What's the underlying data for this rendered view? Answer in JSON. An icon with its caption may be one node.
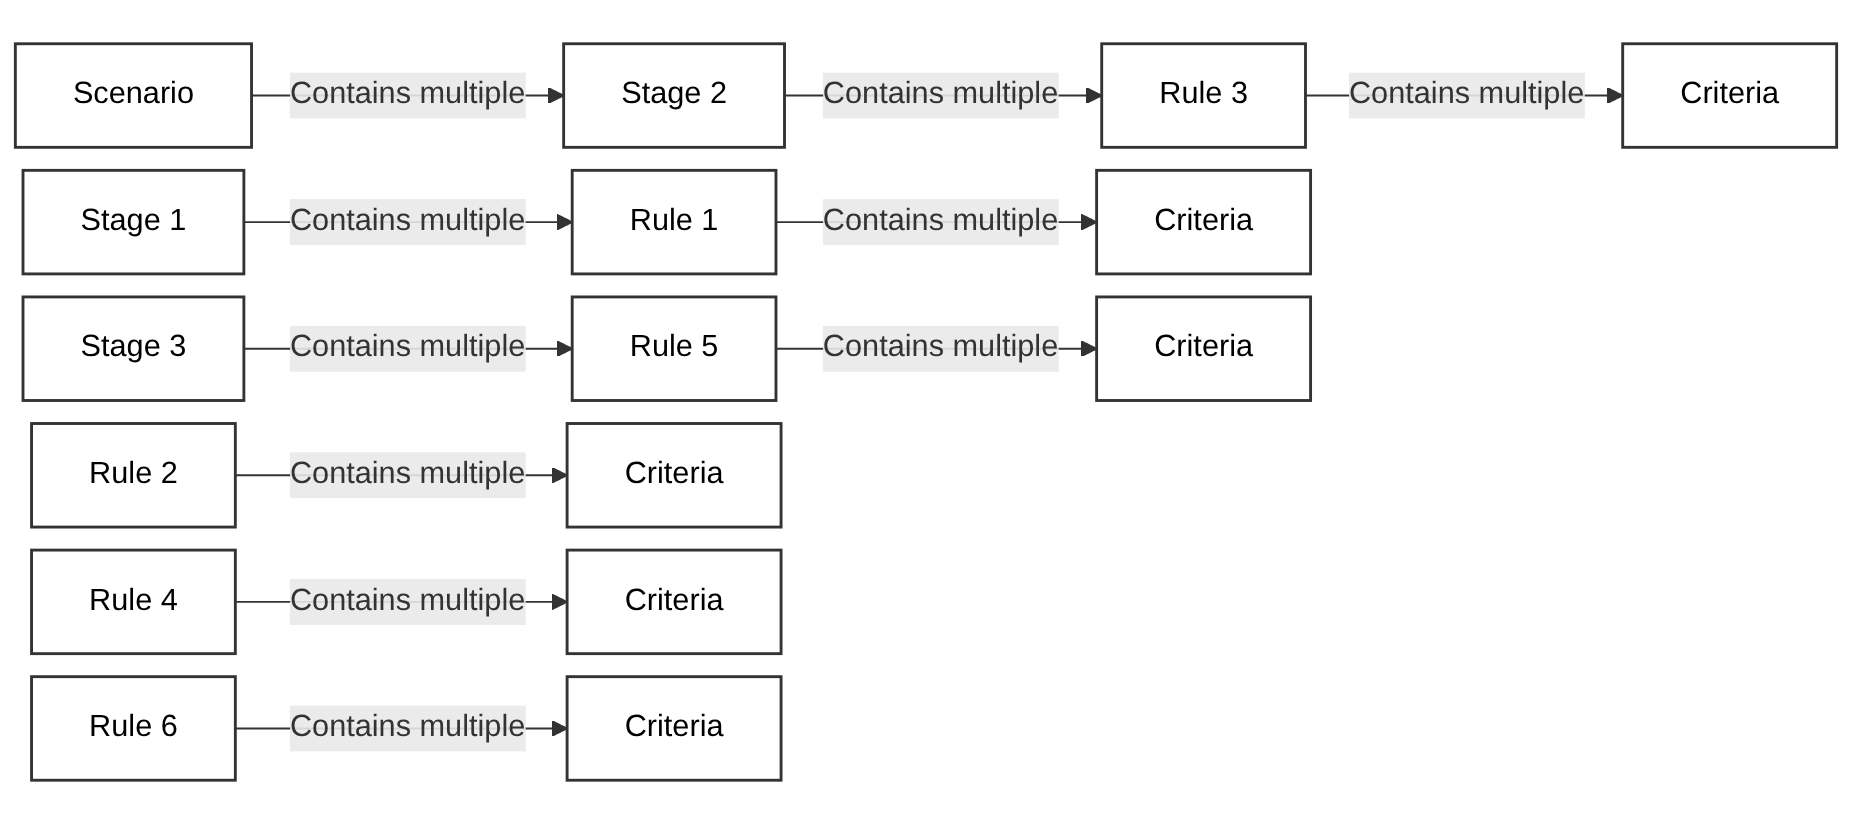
{
  "diagram": {
    "nodes": [
      {
        "text": [
          "Scenario"
        ]
      },
      {
        "text": [
          "Stage 1"
        ]
      },
      {
        "text": [
          "Stage 2"
        ]
      },
      {
        "text": [
          "Stage 3"
        ]
      },
      {
        "text": [
          "Rule 1"
        ]
      },
      {
        "text": [
          "Rule 2"
        ]
      },
      {
        "text": [
          "Rule 3"
        ]
      },
      {
        "text": [
          "Rule 4"
        ]
      },
      {
        "text": [
          "Rule 5"
        ]
      },
      {
        "text": [
          "Rule 6"
        ]
      },
      {
        "text": [
          "Criteria"
        ]
      },
      {
        "text": [
          "Criteria"
        ]
      },
      {
        "text": [
          "Criteria"
        ]
      },
      {
        "text": [
          "Criteria"
        ]
      },
      {
        "text": [
          "Criteria"
        ]
      },
      {
        "text": [
          "Criteria"
        ]
      }
    ],
    "edges": [
      {
        "from": 0,
        "to": 2,
        "arrow": "to",
        "label": "Contains multiple"
      },
      {
        "from": 1,
        "to": 4,
        "arrow": "to",
        "label": "Contains multiple"
      },
      {
        "from": 2,
        "to": 6,
        "arrow": "to",
        "label": "Contains multiple"
      },
      {
        "from": 3,
        "to": 8,
        "arrow": "to",
        "label": "Contains multiple"
      },
      {
        "from": 4,
        "to": 10,
        "arrow": "to",
        "label": "Contains multiple"
      },
      {
        "from": 5,
        "to": 11,
        "arrow": "to",
        "label": "Contains multiple"
      },
      {
        "from": 6,
        "to": 12,
        "arrow": "to",
        "label": "Contains multiple"
      },
      {
        "from": 7,
        "to": 13,
        "arrow": "to",
        "label": "Contains multiple"
      },
      {
        "from": 8,
        "to": 14,
        "arrow": "to",
        "label": "Contains multiple"
      },
      {
        "from": 9,
        "to": 15,
        "arrow": "to",
        "label": "Contains multiple"
      }
    ]
  }
}
